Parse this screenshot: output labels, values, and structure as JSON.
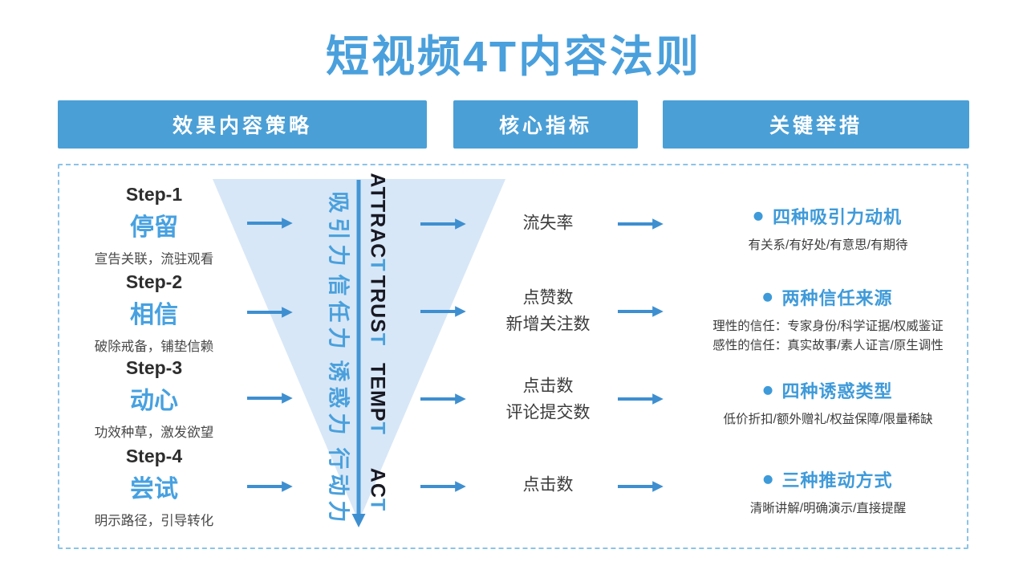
{
  "title": "短视频4T内容法则",
  "colors": {
    "accent_blue": "#4aa0dc",
    "header_bar": "#4a9fd6",
    "funnel_fill": "#d7e7f7",
    "arrow": "#3e8fd0",
    "dark_text": "#191923",
    "dashed_border": "#8cc3e7"
  },
  "headers": {
    "strategy": "效果内容策略",
    "metrics": "核心指标",
    "actions": "关键举措"
  },
  "funnel": {
    "stages": [
      {
        "cn": "吸引力",
        "en_prefix": "ATTRAC",
        "en_t": "T"
      },
      {
        "cn": "信任力",
        "en_prefix": "TRUS",
        "en_t": "T"
      },
      {
        "cn": "诱惑力",
        "en_prefix": "TEMP",
        "en_t": "T"
      },
      {
        "cn": "行动力",
        "en_prefix": "AC",
        "en_t": "T"
      }
    ]
  },
  "steps": [
    {
      "step": "Step-1",
      "name": "停留",
      "desc": "宣告关联，流驻观看"
    },
    {
      "step": "Step-2",
      "name": "相信",
      "desc": "破除戒备，铺垫信赖"
    },
    {
      "step": "Step-3",
      "name": "动心",
      "desc": "功效种草，激发欲望"
    },
    {
      "step": "Step-4",
      "name": "尝试",
      "desc": "明示路径，引导转化"
    }
  ],
  "metrics": [
    {
      "line1": "流失率"
    },
    {
      "line1": "点赞数",
      "line2": "新增关注数"
    },
    {
      "line1": "点击数",
      "line2": "评论提交数"
    },
    {
      "line1": "点击数"
    }
  ],
  "actions": [
    {
      "title": "四种吸引力动机",
      "detail1": "有关系/有好处/有意思/有期待"
    },
    {
      "title": "两种信任来源",
      "detail1": "理性的信任：专家身份/科学证据/权威鉴证",
      "detail2": "感性的信任：真实故事/素人证言/原生调性"
    },
    {
      "title": "四种诱惑类型",
      "detail1": "低价折扣/额外赠礼/权益保障/限量稀缺"
    },
    {
      "title": "三种推动方式",
      "detail1": "清晰讲解/明确演示/直接提醒"
    }
  ]
}
